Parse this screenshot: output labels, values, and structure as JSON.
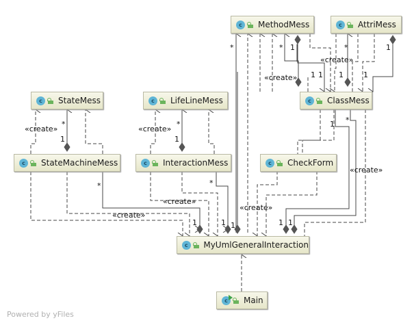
{
  "diagram": {
    "classes": [
      {
        "id": "MethodMess",
        "label": "MethodMess",
        "icon": "class-icon"
      },
      {
        "id": "AttriMess",
        "label": "AttriMess",
        "icon": "class-icon"
      },
      {
        "id": "StateMess",
        "label": "StateMess",
        "icon": "class-icon"
      },
      {
        "id": "LifeLineMess",
        "label": "LifeLineMess",
        "icon": "class-icon"
      },
      {
        "id": "ClassMess",
        "label": "ClassMess",
        "icon": "class-icon"
      },
      {
        "id": "StateMachineMess",
        "label": "StateMachineMess",
        "icon": "class-icon"
      },
      {
        "id": "InteractionMess",
        "label": "InteractionMess",
        "icon": "class-icon"
      },
      {
        "id": "CheckForm",
        "label": "CheckForm",
        "icon": "class-icon"
      },
      {
        "id": "MyUmlGeneralInteraction",
        "label": "MyUmlGeneralInteraction",
        "icon": "class-icon"
      },
      {
        "id": "Main",
        "label": "Main",
        "icon": "runnable-class-icon"
      }
    ],
    "relations": [
      {
        "from": "StateMachineMess",
        "to": "StateMess",
        "type": "create",
        "label": "«create»"
      },
      {
        "from": "StateMachineMess",
        "to": "StateMess",
        "type": "composition",
        "source_mult": "1",
        "target_mult": "*"
      },
      {
        "from": "StateMachineMess",
        "to": "StateMess",
        "type": "dependency"
      },
      {
        "from": "InteractionMess",
        "to": "LifeLineMess",
        "type": "create",
        "label": "«create»"
      },
      {
        "from": "InteractionMess",
        "to": "LifeLineMess",
        "type": "composition",
        "source_mult": "1",
        "target_mult": "*"
      },
      {
        "from": "InteractionMess",
        "to": "LifeLineMess",
        "type": "dependency"
      },
      {
        "from": "ClassMess",
        "to": "MethodMess",
        "type": "create",
        "label": "«create»"
      },
      {
        "from": "ClassMess",
        "to": "MethodMess",
        "type": "composition",
        "source_mult": "1",
        "target_mult": "*"
      },
      {
        "from": "MethodMess",
        "to": "ClassMess",
        "type": "composition",
        "source_mult": "1",
        "target_mult": "1"
      },
      {
        "from": "ClassMess",
        "to": "AttriMess",
        "type": "composition",
        "source_mult": "1",
        "target_mult": "*"
      },
      {
        "from": "AttriMess",
        "to": "ClassMess",
        "type": "composition",
        "source_mult": "1",
        "target_mult": "1"
      },
      {
        "from": "MyUmlGeneralInteraction",
        "to": "StateMachineMess",
        "type": "create",
        "label": "«create»"
      },
      {
        "from": "MyUmlGeneralInteraction",
        "to": "StateMachineMess",
        "type": "composition",
        "source_mult": "1",
        "target_mult": "*"
      },
      {
        "from": "MyUmlGeneralInteraction",
        "to": "InteractionMess",
        "type": "create",
        "label": "«create»"
      },
      {
        "from": "MyUmlGeneralInteraction",
        "to": "InteractionMess",
        "type": "composition",
        "source_mult": "1",
        "target_mult": "*"
      },
      {
        "from": "MyUmlGeneralInteraction",
        "to": "MethodMess",
        "type": "composition",
        "source_mult": "1",
        "target_mult": "*"
      },
      {
        "from": "MyUmlGeneralInteraction",
        "to": "CheckForm",
        "type": "create",
        "label": "«create»"
      },
      {
        "from": "MyUmlGeneralInteraction",
        "to": "ClassMess",
        "type": "create",
        "label": "«create»"
      },
      {
        "from": "MyUmlGeneralInteraction",
        "to": "ClassMess",
        "type": "composition",
        "source_mult": "1",
        "target_mult": "*"
      },
      {
        "from": "Main",
        "to": "MyUmlGeneralInteraction",
        "type": "dependency"
      }
    ],
    "labels": {
      "create": "«create»",
      "one": "1",
      "many": "*"
    }
  },
  "footer": "Powered by yFiles"
}
